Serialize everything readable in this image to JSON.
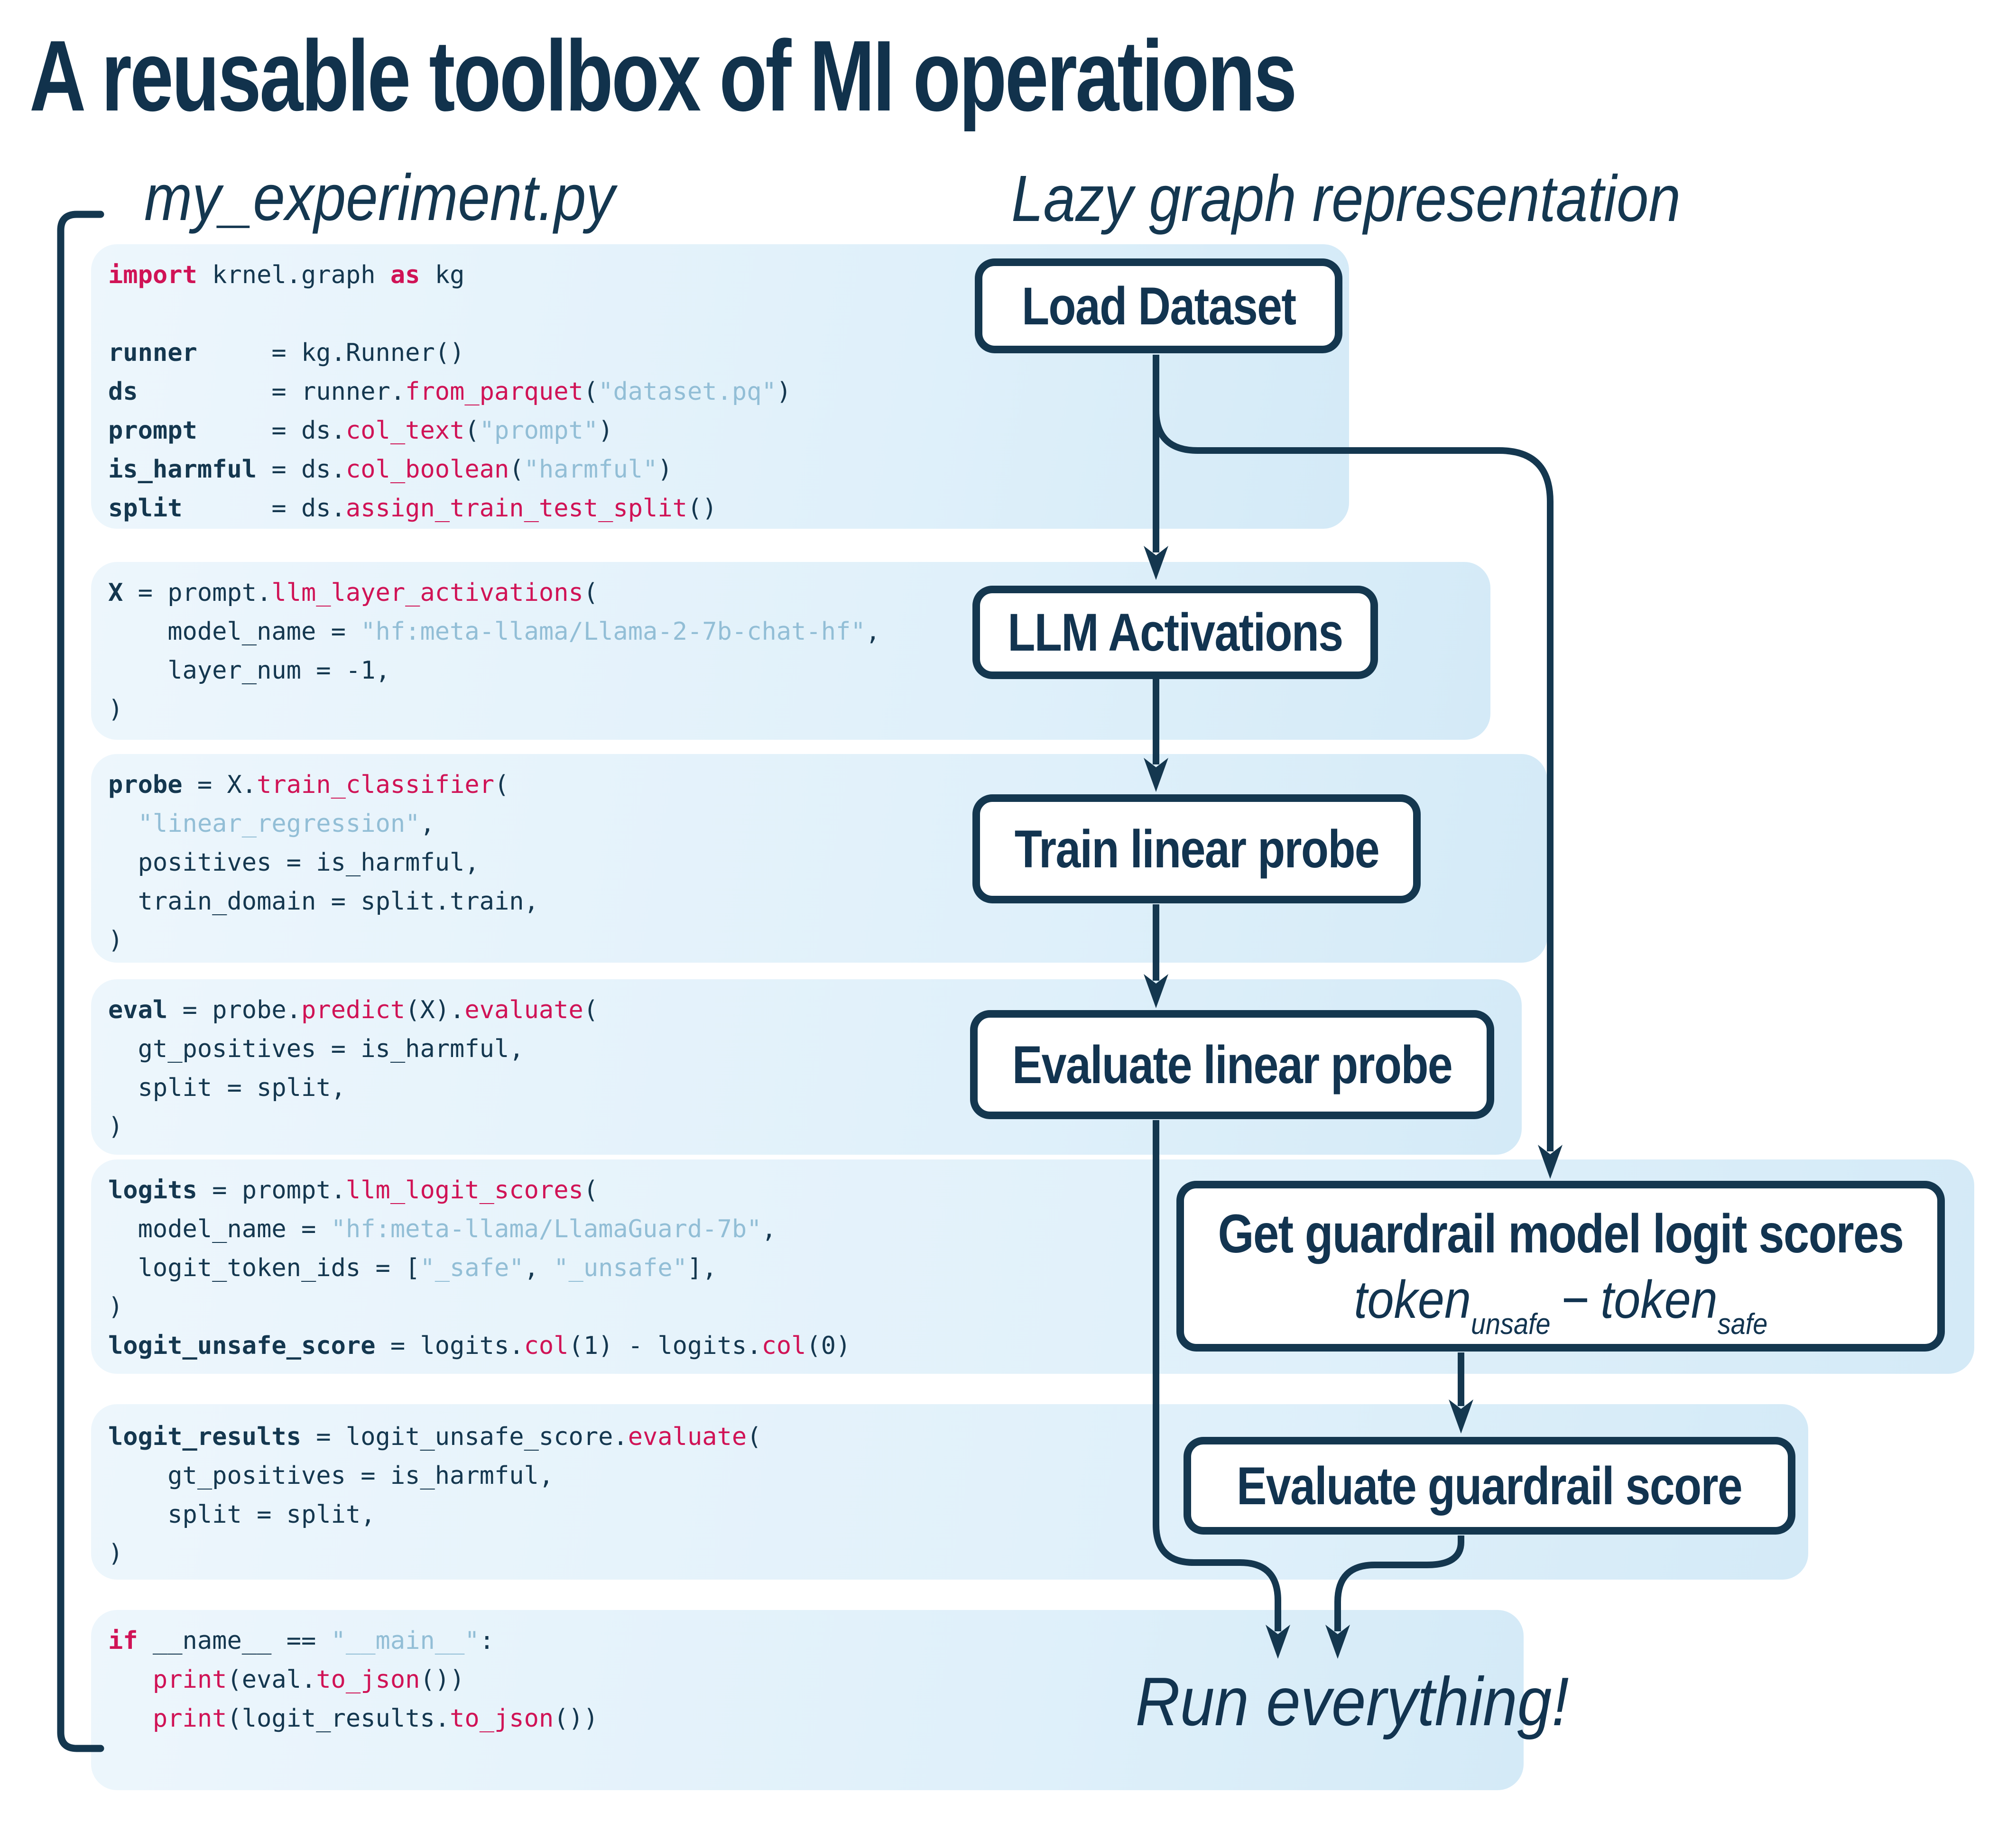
{
  "title": "A reusable toolbox of MI operations",
  "headers": {
    "left": "my_experiment.py",
    "right": "Lazy graph representation"
  },
  "colors": {
    "navy": "#14374F",
    "crimson": "#D01356",
    "string": "#92BED6",
    "panel1": "#EDF6FC",
    "panel2": "#D4EAF7"
  },
  "code": {
    "blocks": [
      {
        "lines": [
          [
            [
              "kw",
              "import"
            ],
            [
              "pl",
              " krnel.graph "
            ],
            [
              "kw",
              "as"
            ],
            [
              "pl",
              " kg"
            ]
          ],
          [],
          [
            [
              "var",
              "runner"
            ],
            [
              "pl",
              "     = kg.Runner()"
            ]
          ],
          [
            [
              "var",
              "ds"
            ],
            [
              "pl",
              "         = runner."
            ],
            [
              "fn",
              "from_parquet"
            ],
            [
              "pl",
              "("
            ],
            [
              "str",
              "\"dataset.pq\""
            ],
            [
              "pl",
              ")"
            ]
          ],
          [
            [
              "var",
              "prompt"
            ],
            [
              "pl",
              "     = ds."
            ],
            [
              "fn",
              "col_text"
            ],
            [
              "pl",
              "("
            ],
            [
              "str",
              "\"prompt\""
            ],
            [
              "pl",
              ")"
            ]
          ],
          [
            [
              "var",
              "is_harmful"
            ],
            [
              "pl",
              " = ds."
            ],
            [
              "fn",
              "col_boolean"
            ],
            [
              "pl",
              "("
            ],
            [
              "str",
              "\"harmful\""
            ],
            [
              "pl",
              ")"
            ]
          ],
          [
            [
              "var",
              "split"
            ],
            [
              "pl",
              "      = ds."
            ],
            [
              "fn",
              "assign_train_test_split"
            ],
            [
              "pl",
              "()"
            ]
          ]
        ]
      },
      {
        "lines": [
          [
            [
              "var",
              "X"
            ],
            [
              "pl",
              " = prompt."
            ],
            [
              "fn",
              "llm_layer_activations"
            ],
            [
              "pl",
              "("
            ]
          ],
          [
            [
              "pl",
              "    model_name = "
            ],
            [
              "str",
              "\"hf:meta-llama/Llama-2-7b-chat-hf\""
            ],
            [
              "pl",
              ","
            ]
          ],
          [
            [
              "pl",
              "    layer_num = -1,"
            ]
          ],
          [
            [
              "pl",
              ")"
            ]
          ]
        ]
      },
      {
        "lines": [
          [
            [
              "var",
              "probe"
            ],
            [
              "pl",
              " = X."
            ],
            [
              "fn",
              "train_classifier"
            ],
            [
              "pl",
              "("
            ]
          ],
          [
            [
              "pl",
              "  "
            ],
            [
              "str",
              "\"linear_regression\""
            ],
            [
              "pl",
              ","
            ]
          ],
          [
            [
              "pl",
              "  positives = is_harmful,"
            ]
          ],
          [
            [
              "pl",
              "  train_domain = split.train,"
            ]
          ],
          [
            [
              "pl",
              ")"
            ]
          ]
        ]
      },
      {
        "lines": [
          [
            [
              "var",
              "eval"
            ],
            [
              "pl",
              " = probe."
            ],
            [
              "fn",
              "predict"
            ],
            [
              "pl",
              "(X)."
            ],
            [
              "fn",
              "evaluate"
            ],
            [
              "pl",
              "("
            ]
          ],
          [
            [
              "pl",
              "  gt_positives = is_harmful,"
            ]
          ],
          [
            [
              "pl",
              "  split = split,"
            ]
          ],
          [
            [
              "pl",
              ")"
            ]
          ]
        ]
      },
      {
        "lines": [
          [
            [
              "var",
              "logits"
            ],
            [
              "pl",
              " = prompt."
            ],
            [
              "fn",
              "llm_logit_scores"
            ],
            [
              "pl",
              "("
            ]
          ],
          [
            [
              "pl",
              "  model_name = "
            ],
            [
              "str",
              "\"hf:meta-llama/LlamaGuard-7b\""
            ],
            [
              "pl",
              ","
            ]
          ],
          [
            [
              "pl",
              "  logit_token_ids = ["
            ],
            [
              "str",
              "\"_safe\""
            ],
            [
              "pl",
              ", "
            ],
            [
              "str",
              "\"_unsafe\""
            ],
            [
              "pl",
              "],"
            ]
          ],
          [
            [
              "pl",
              ")"
            ]
          ],
          [
            [
              "var",
              "logit_unsafe_score"
            ],
            [
              "pl",
              " = logits."
            ],
            [
              "fn",
              "col"
            ],
            [
              "pl",
              "(1) - logits."
            ],
            [
              "fn",
              "col"
            ],
            [
              "pl",
              "(0)"
            ]
          ]
        ]
      },
      {
        "lines": [
          [
            [
              "var",
              "logit_results"
            ],
            [
              "pl",
              " = logit_unsafe_score."
            ],
            [
              "fn",
              "evaluate"
            ],
            [
              "pl",
              "("
            ]
          ],
          [
            [
              "pl",
              "    gt_positives = is_harmful,"
            ]
          ],
          [
            [
              "pl",
              "    split = split,"
            ]
          ],
          [
            [
              "pl",
              ")"
            ]
          ]
        ]
      },
      {
        "lines": [
          [
            [
              "kw",
              "if"
            ],
            [
              "pl",
              " __name__ == "
            ],
            [
              "str",
              "\"__main__\""
            ],
            [
              "pl",
              ":"
            ]
          ],
          [
            [
              "pl",
              "   "
            ],
            [
              "fn",
              "print"
            ],
            [
              "pl",
              "(eval."
            ],
            [
              "fn",
              "to_json"
            ],
            [
              "pl",
              "())"
            ]
          ],
          [
            [
              "pl",
              "   "
            ],
            [
              "fn",
              "print"
            ],
            [
              "pl",
              "(logit_results."
            ],
            [
              "fn",
              "to_json"
            ],
            [
              "pl",
              "())"
            ]
          ]
        ]
      }
    ]
  },
  "graph": {
    "nodes": {
      "load_dataset": "Load Dataset",
      "llm_activations": "LLM Activations",
      "train_linear_probe": "Train linear probe",
      "evaluate_linear_probe": "Evaluate linear probe",
      "get_guardrail": "Get guardrail model logit scores",
      "evaluate_guardrail": "Evaluate guardrail score"
    },
    "math": {
      "lhs": "token",
      "lhs_sub": "unsafe",
      "op": "−",
      "rhs": "token",
      "rhs_sub": "safe"
    },
    "run_label": "Run everything!"
  }
}
